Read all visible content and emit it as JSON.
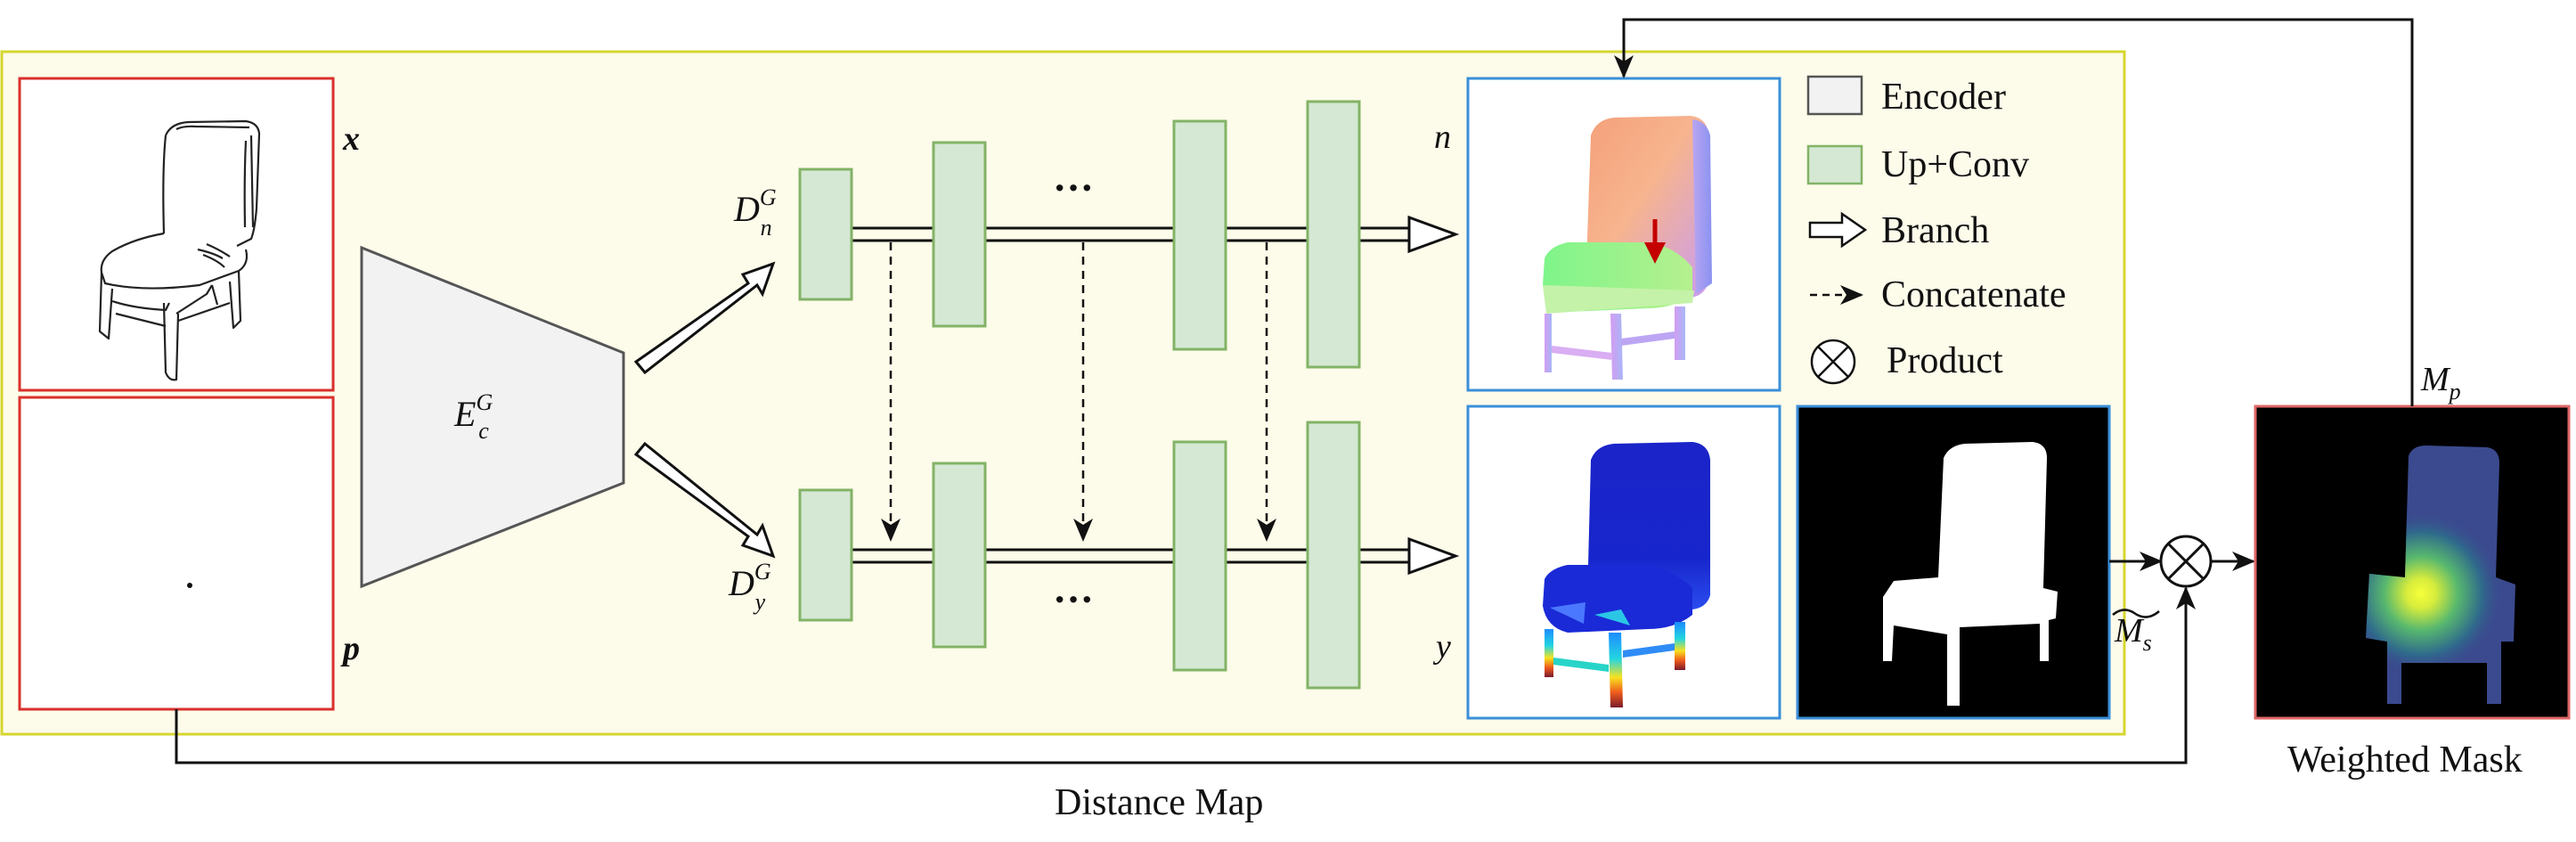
{
  "labels": {
    "x": "x",
    "p": "p",
    "n": "n",
    "y": "y",
    "ms": "M",
    "ms_sub": "s",
    "mp": "M",
    "mp_sub": "p",
    "encoder": "E",
    "encoder_sup": "G",
    "encoder_sub": "c",
    "decoder_n": "D",
    "decoder_n_sup": "G",
    "decoder_n_sub": "n",
    "decoder_y": "D",
    "decoder_y_sup": "G",
    "decoder_y_sub": "y",
    "ellipsis_top": "···",
    "ellipsis_bottom": "···"
  },
  "legend": {
    "encoder": "Encoder",
    "upconv": "Up+Conv",
    "branch": "Branch",
    "concatenate": "Concatenate",
    "product": "Product"
  },
  "captions": {
    "distance_map": "Distance Map",
    "weighted_mask": "Weighted Mask"
  },
  "colors": {
    "panel_bg": "#fdfbea",
    "panel_border": "#d6d630",
    "input_border": "#d9302c",
    "output_border": "#3a8fd9",
    "block_fill": "#d5e8d4",
    "block_border": "#82b366",
    "encoder_fill": "#f2f2f2",
    "mask_border": "#e06666"
  },
  "icons": {
    "normal_arrow": "red-down-arrow-icon",
    "product": "circled-times-icon"
  }
}
